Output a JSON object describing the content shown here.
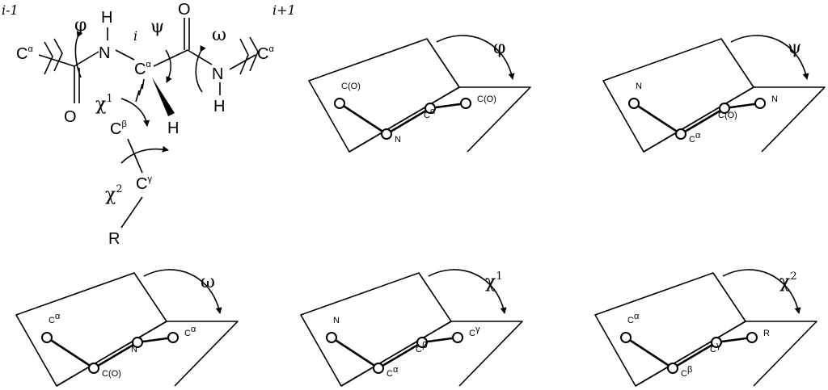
{
  "structure": {
    "residue_prev": "i-1",
    "residue_i": "i",
    "residue_next": "i+1",
    "ca_prev": "C",
    "ca_next": "C",
    "ca_center": "C",
    "alpha": "α",
    "beta": "β",
    "gamma": "γ",
    "cb": "C",
    "cg": "C",
    "h_top": "H",
    "n_left": "N",
    "n_right": "N",
    "h_right": "H",
    "h_wedge": "H",
    "o_bottom": "O",
    "o_top": "O",
    "r": "R",
    "phi": "φ",
    "psi": "ψ",
    "omega": "ω",
    "chi": "χ",
    "chi1_sup": "1",
    "chi2_sup": "2"
  },
  "panels": [
    {
      "id": "phi",
      "angle": "φ",
      "sup": "",
      "labels": [
        {
          "text": "C(O)",
          "sup": ""
        },
        {
          "text": "N",
          "sup": ""
        },
        {
          "text": "C",
          "sup": "α"
        },
        {
          "text": "C(O)",
          "sup": ""
        }
      ]
    },
    {
      "id": "psi",
      "angle": "ψ",
      "sup": "",
      "labels": [
        {
          "text": "N",
          "sup": ""
        },
        {
          "text": "C",
          "sup": "α"
        },
        {
          "text": "C(O)",
          "sup": ""
        },
        {
          "text": "N",
          "sup": ""
        }
      ]
    },
    {
      "id": "omega",
      "angle": "ω",
      "sup": "",
      "labels": [
        {
          "text": "C",
          "sup": "α"
        },
        {
          "text": "C(O)",
          "sup": ""
        },
        {
          "text": "N",
          "sup": ""
        },
        {
          "text": "C",
          "sup": "α"
        }
      ]
    },
    {
      "id": "chi1",
      "angle": "χ",
      "sup": "1",
      "labels": [
        {
          "text": "N",
          "sup": ""
        },
        {
          "text": "C",
          "sup": "α"
        },
        {
          "text": "C",
          "sup": "β"
        },
        {
          "text": "C",
          "sup": "γ"
        }
      ]
    },
    {
      "id": "chi2",
      "angle": "χ",
      "sup": "2",
      "labels": [
        {
          "text": "C",
          "sup": "α"
        },
        {
          "text": "C",
          "sup": "β"
        },
        {
          "text": "C",
          "sup": "γ"
        },
        {
          "text": "R",
          "sup": ""
        }
      ]
    }
  ]
}
